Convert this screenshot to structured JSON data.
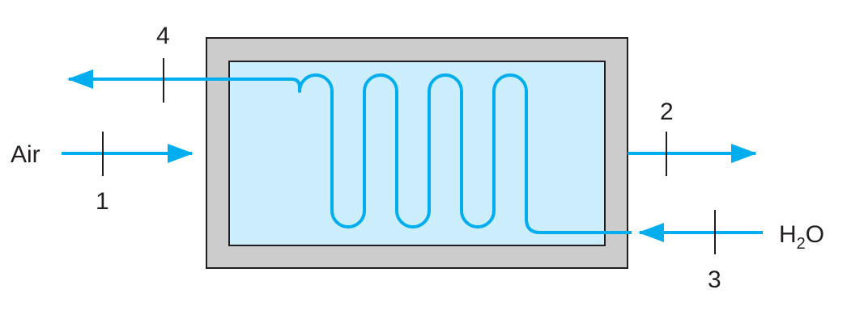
{
  "labels": {
    "air": "Air",
    "water_main": "H",
    "water_sub": "2",
    "water_end": "O",
    "state_1": "1",
    "state_2": "2",
    "state_3": "3",
    "state_4": "4"
  },
  "colors": {
    "shell": "#cccccc",
    "shell_border": "#231f20",
    "chamber": "#cceefc",
    "flow": "#00aeef",
    "text": "#231f20"
  }
}
